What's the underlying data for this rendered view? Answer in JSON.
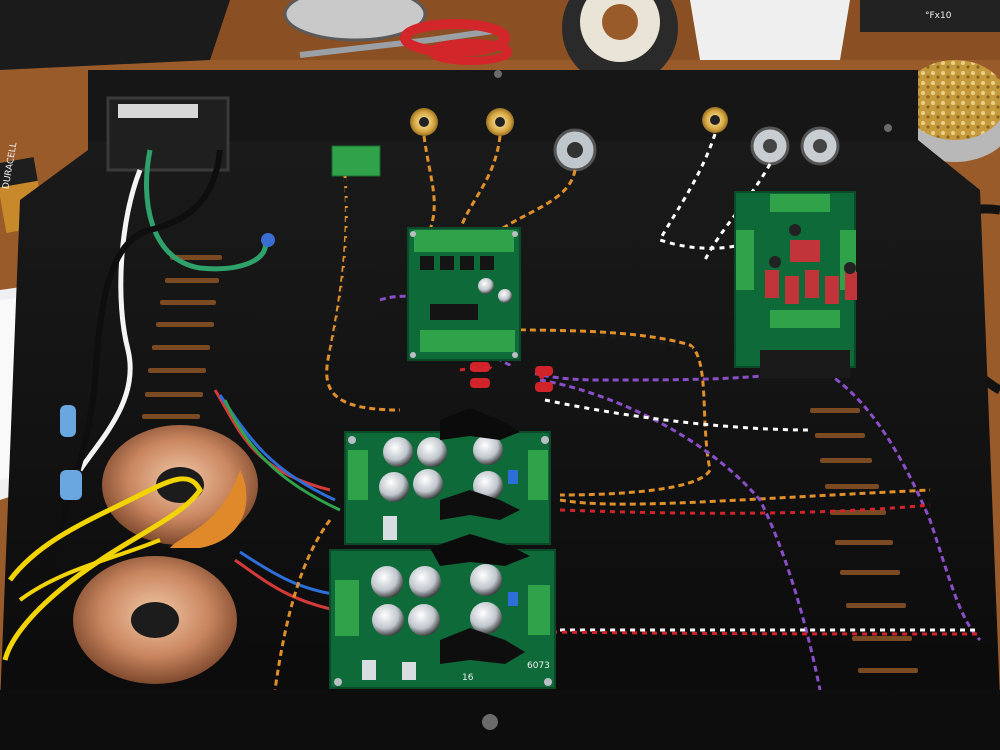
{
  "scene": {
    "description_visible_text": {
      "tape_brand": "DURACELL",
      "bench_label": "°Fx10",
      "board_marking": "6073",
      "board_marking_small": "16"
    }
  },
  "colors": {
    "bench_wood": "#9a5b2a",
    "chassis_black": "#141414",
    "pcb_green": "#0f6a3a",
    "terminal_green": "#2fa24a",
    "copper": "#c9835a",
    "wire_orange": "#e0902a",
    "wire_purple": "#8a4fc6",
    "wire_red": "#d0242a",
    "wire_white": "#f2f2f2",
    "gold": "#d6a540"
  }
}
